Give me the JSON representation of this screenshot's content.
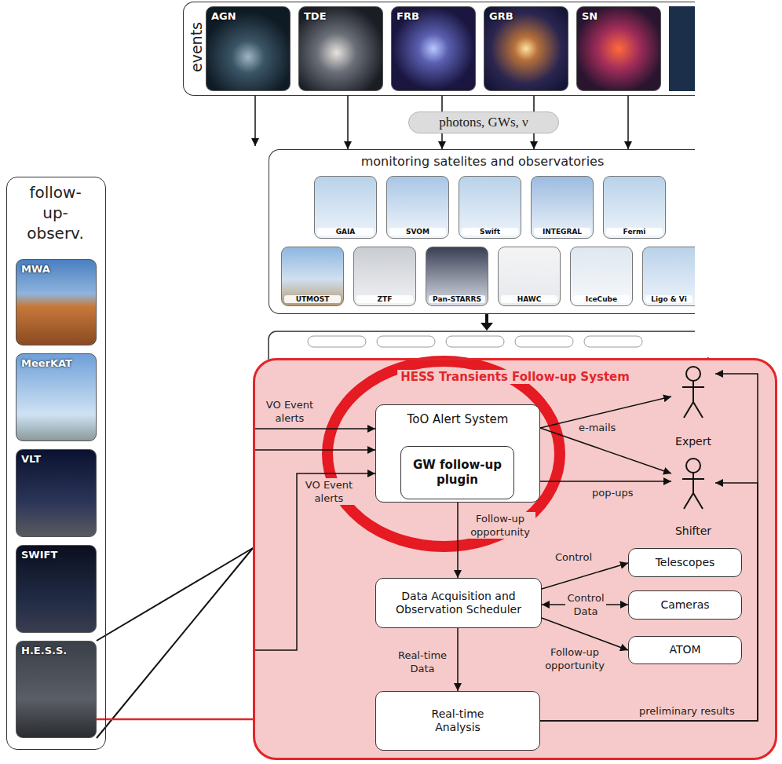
{
  "diagram": {
    "nodes": [
      {
        "text": [
          "events"
        ]
      },
      {
        "text": [
          "AGN"
        ],
        "in": 0
      },
      {
        "text": [
          "TDE"
        ],
        "in": 0
      },
      {
        "text": [
          "FRB"
        ],
        "in": 0
      },
      {
        "text": [
          "GRB"
        ],
        "in": 0
      },
      {
        "text": [
          "SN"
        ],
        "in": 0
      },
      {
        "text": [
          "photons, GWs, ν"
        ]
      },
      {
        "text": [
          "monitoring satelites and observatories"
        ]
      },
      {
        "text": [
          "GAIA"
        ],
        "in": 7
      },
      {
        "text": [
          "SVOM"
        ],
        "in": 7
      },
      {
        "text": [
          "Swift"
        ],
        "in": 7
      },
      {
        "text": [
          "INTEGRAL"
        ],
        "in": 7
      },
      {
        "text": [
          "Fermi"
        ],
        "in": 7
      },
      {
        "text": [
          "UTMOST"
        ],
        "in": 7
      },
      {
        "text": [
          "ZTF"
        ],
        "in": 7
      },
      {
        "text": [
          "Pan-STARRS"
        ],
        "in": 7
      },
      {
        "text": [
          "HAWC"
        ],
        "in": 7
      },
      {
        "text": [
          "IceCube"
        ],
        "in": 7
      },
      {
        "text": [
          "Ligo & Vi"
        ],
        "in": 7
      },
      {
        "text": [
          "follow- up- observ."
        ]
      },
      {
        "text": [
          "MWA"
        ],
        "in": 19
      },
      {
        "text": [
          "MeerKAT"
        ],
        "in": 19
      },
      {
        "text": [
          "VLT"
        ],
        "in": 19
      },
      {
        "text": [
          "SWIFT"
        ],
        "in": 19
      },
      {
        "text": [
          "H.E.S.S."
        ],
        "in": 19
      },
      {
        "text": [
          "HESS Transients Follow-up System"
        ]
      },
      {
        "text": [
          "ToO Alert System"
        ],
        "in": 25
      },
      {
        "text": [
          "GW follow-up plugin"
        ],
        "in": 26
      },
      {
        "text": [
          "Expert"
        ],
        "in": 25
      },
      {
        "text": [
          "Shifter"
        ],
        "in": 25
      },
      {
        "text": [
          "Telescopes"
        ],
        "in": 25
      },
      {
        "text": [
          "Cameras"
        ],
        "in": 25
      },
      {
        "text": [
          "ATOM"
        ],
        "in": 25
      },
      {
        "text": [
          "Data Acquisition and Observation Scheduler"
        ],
        "in": 25
      },
      {
        "text": [
          "Real-time Analysis"
        ],
        "in": 25
      }
    ],
    "edges": [
      {
        "from": 0,
        "to": 7,
        "arrow": "to"
      },
      {
        "from": 0,
        "to": 7,
        "arrow": "to"
      },
      {
        "from": 0,
        "to": 7,
        "arrow": "to"
      },
      {
        "from": 0,
        "to": 7,
        "arrow": "to"
      },
      {
        "from": 26,
        "to": 28,
        "label": "e-mails",
        "arrow": "to"
      },
      {
        "from": 26,
        "to": 29,
        "arrow": "to"
      },
      {
        "from": 27,
        "to": 29,
        "label": "pop-ups",
        "arrow": "to"
      },
      {
        "from": 26,
        "to": 33,
        "label": "Follow-up opportunity",
        "arrow": "to"
      },
      {
        "from": 33,
        "to": 30,
        "label": "Control",
        "arrow": "to"
      },
      {
        "from": 33,
        "to": 31,
        "label": "Control Data",
        "arrow": "both"
      },
      {
        "from": 33,
        "to": 32,
        "label": "Follow-up opportunity",
        "arrow": "to"
      },
      {
        "from": 33,
        "to": 34,
        "label": "Real-time Data",
        "arrow": "to"
      },
      {
        "from": 34,
        "to": 28,
        "label": "preliminary results",
        "arrow": "to"
      },
      {
        "from": 34,
        "to": 29,
        "arrow": "to"
      },
      {
        "from": 24,
        "to": 25,
        "arrow": "none"
      }
    ],
    "labels": [
      "VO Event alerts",
      "VO Event alerts"
    ]
  }
}
